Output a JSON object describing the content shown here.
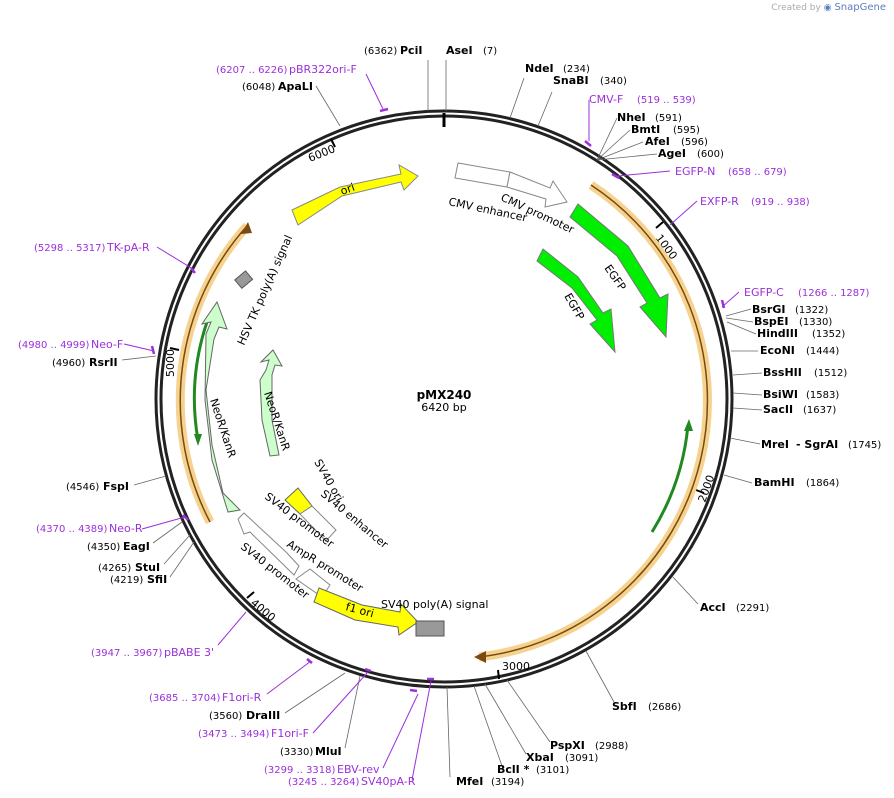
{
  "credit": {
    "prefix": "Created by",
    "brand": "SnapGene"
  },
  "plasmid": {
    "name": "pMX240",
    "size_label": "6420 bp"
  },
  "colors": {
    "primer": "#9b30d9",
    "ori": "#ffff00",
    "egfp": "#00ee00",
    "neo": "#ccffcc",
    "signal": "#999999",
    "orf": "#f6d28f",
    "orf_arrow": "#7a4a10",
    "green_arrow": "#228822"
  },
  "tick_labels": [
    "1000",
    "2000",
    "3000",
    "4000",
    "5000",
    "6000"
  ],
  "sites": [
    {
      "name": "PciI",
      "pos": "(6362)"
    },
    {
      "name": "AseI",
      "pos": "(7)"
    },
    {
      "name": "NdeI",
      "pos": "(234)"
    },
    {
      "name": "SnaBI",
      "pos": "(340)"
    },
    {
      "name": "NheI",
      "pos": "(591)"
    },
    {
      "name": "BmtI",
      "pos": "(595)"
    },
    {
      "name": "AfeI",
      "pos": "(596)"
    },
    {
      "name": "AgeI",
      "pos": "(600)"
    },
    {
      "name": "BsrGI",
      "pos": "(1322)"
    },
    {
      "name": "BspEI",
      "pos": "(1330)"
    },
    {
      "name": "HindIII",
      "pos": "(1352)"
    },
    {
      "name": "EcoNI",
      "pos": "(1444)"
    },
    {
      "name": "BssHII",
      "pos": "(1512)"
    },
    {
      "name": "BsiWI",
      "pos": "(1583)"
    },
    {
      "name": "SacII",
      "pos": "(1637)"
    },
    {
      "name": "MreI",
      "pos": ""
    },
    {
      "name": "- SgrAI",
      "pos": "(1745)"
    },
    {
      "name": "BamHI",
      "pos": "(1864)"
    },
    {
      "name": "AccI",
      "pos": "(2291)"
    },
    {
      "name": "SbfI",
      "pos": "(2686)"
    },
    {
      "name": "PspXI",
      "pos": "(2988)"
    },
    {
      "name": "XbaI",
      "pos": "(3091)"
    },
    {
      "name": "BclI *",
      "pos": "(3101)"
    },
    {
      "name": "MfeI",
      "pos": "(3194)"
    },
    {
      "name": "MluI",
      "pos": "(3330)"
    },
    {
      "name": "DraIII",
      "pos": "(3560)"
    },
    {
      "name": "SfiI",
      "pos": "(4219)"
    },
    {
      "name": "StuI",
      "pos": "(4265)"
    },
    {
      "name": "EagI",
      "pos": "(4350)"
    },
    {
      "name": "FspI",
      "pos": "(4546)"
    },
    {
      "name": "RsrII",
      "pos": "(4960)"
    },
    {
      "name": "ApaLI",
      "pos": "(6048)"
    }
  ],
  "primers": [
    {
      "name": "pBR322ori-F",
      "pos": "(6207 .. 6226)"
    },
    {
      "name": "CMV-F",
      "pos": "(519 .. 539)"
    },
    {
      "name": "EGFP-N",
      "pos": "(658 .. 679)"
    },
    {
      "name": "EXFP-R",
      "pos": "(919 .. 938)"
    },
    {
      "name": "EGFP-C",
      "pos": "(1266 .. 1287)"
    },
    {
      "name": "TK-pA-R",
      "pos": "(5298 .. 5317)"
    },
    {
      "name": "Neo-F",
      "pos": "(4980 .. 4999)"
    },
    {
      "name": "Neo-R",
      "pos": "(4370 .. 4389)"
    },
    {
      "name": "pBABE 3'",
      "pos": "(3947 .. 3967)"
    },
    {
      "name": "F1ori-R",
      "pos": "(3685 .. 3704)"
    },
    {
      "name": "F1ori-F",
      "pos": "(3473 .. 3494)"
    },
    {
      "name": "EBV-rev",
      "pos": "(3299 .. 3318)"
    },
    {
      "name": "SV40pA-R",
      "pos": "(3245 .. 3264)"
    }
  ],
  "features": [
    {
      "name": "ori"
    },
    {
      "name": "CMV enhancer"
    },
    {
      "name": "CMV promoter"
    },
    {
      "name": "EGFP"
    },
    {
      "name": "EGFP"
    },
    {
      "name": "HSV TK poly(A) signal"
    },
    {
      "name": "NeoR/KanR"
    },
    {
      "name": "NeoR/KanR"
    },
    {
      "name": "SV40 ori"
    },
    {
      "name": "SV40 enhancer"
    },
    {
      "name": "SV40 promoter"
    },
    {
      "name": "SV40 promoter"
    },
    {
      "name": "AmpR promoter"
    },
    {
      "name": "f1 ori"
    },
    {
      "name": "SV40 poly(A) signal"
    }
  ]
}
